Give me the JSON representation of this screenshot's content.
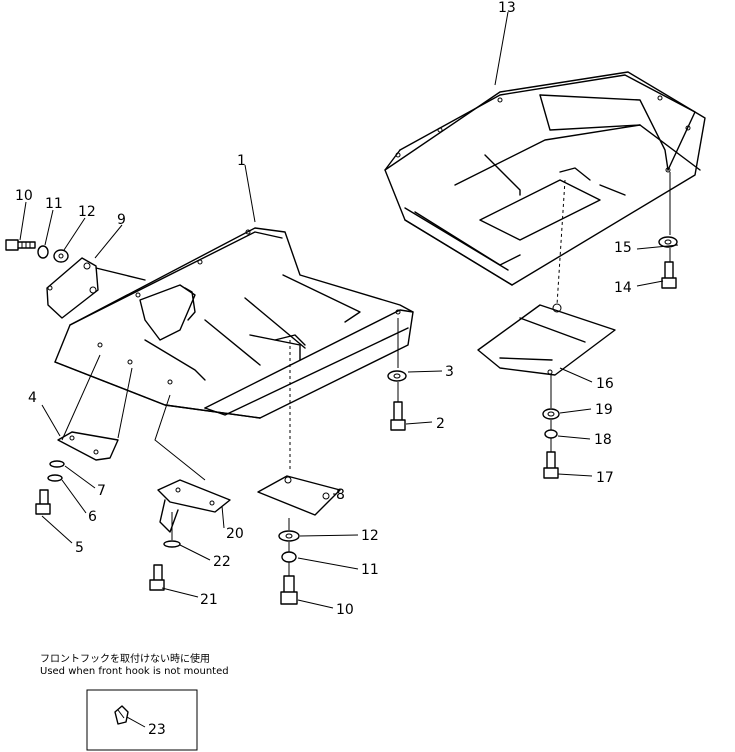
{
  "labels": {
    "p1": "1",
    "p2": "2",
    "p3": "3",
    "p4": "4",
    "p5": "5",
    "p6": "6",
    "p7": "7",
    "p8": "8",
    "p9": "9",
    "p10a": "10",
    "p10b": "10",
    "p11a": "11",
    "p11b": "11",
    "p12a": "12",
    "p12b": "12",
    "p13": "13",
    "p14": "14",
    "p15": "15",
    "p16": "16",
    "p17": "17",
    "p18": "18",
    "p19": "19",
    "p20": "20",
    "p21": "21",
    "p22": "22",
    "p23": "23"
  },
  "note": {
    "japanese": "フロントフックを取付けない時に使用",
    "english": "Used when front hook is not mounted"
  }
}
